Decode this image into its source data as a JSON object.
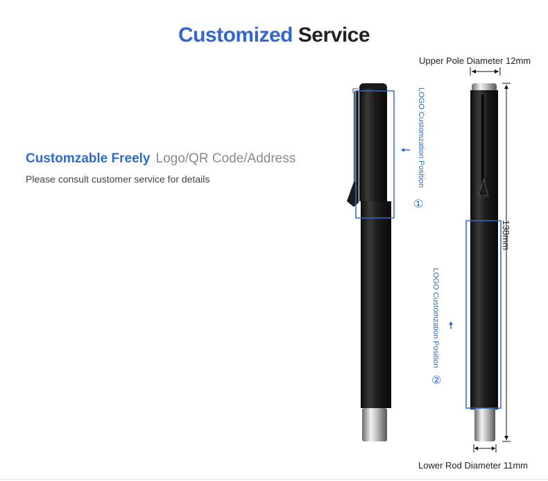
{
  "header": {
    "title_highlight": "Customized",
    "title_rest": "Service"
  },
  "intro": {
    "highlight": "Customzable Freely",
    "options": "Logo/QR Code/Address",
    "note": "Please consult customer service for details"
  },
  "dimensions": {
    "upper_diameter": "Upper Pole Diameter 12mm",
    "lower_diameter": "Lower Rod Diameter 11mm",
    "length": "138mm"
  },
  "logo_positions": [
    {
      "label": "LOGO Customzation Position",
      "number": "①"
    },
    {
      "label": "LOGO Customzation Position",
      "number": "②"
    }
  ],
  "colors": {
    "accent_blue": "#3366cc",
    "pen_body": "#1a1a1a",
    "chrome": "#b8b8b8"
  },
  "icons": [
    "pen-capped-image",
    "pen-uncapped-image",
    "arrow-left-icon",
    "arrow-up-icon",
    "dimension-arrow-icon"
  ]
}
